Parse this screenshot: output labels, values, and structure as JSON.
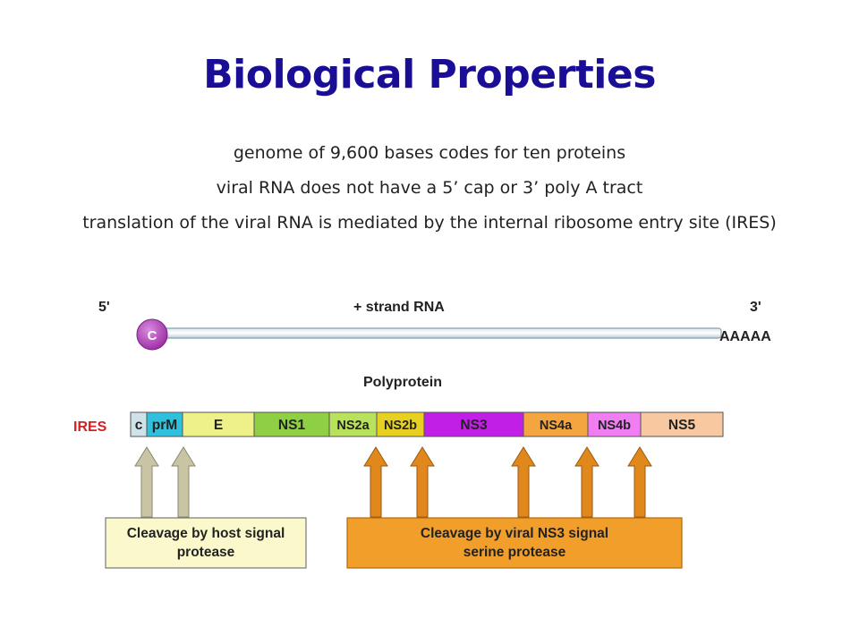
{
  "slide": {
    "title": "Biological Properties",
    "bullets": [
      "genome of 9,600 bases codes for ten proteins",
      "viral RNA does not have a 5’ cap or 3’ poly A tract",
      "translation of the viral RNA is mediated by the internal ribosome entry site (IRES)"
    ]
  },
  "diagram": {
    "rna": {
      "five_prime": "5'",
      "three_prime": "3'",
      "strand_label": "+ strand RNA",
      "cap_label": "C",
      "poly_a": "AAAAA"
    },
    "polyprotein_label": "Polyprotein",
    "ires_label": "IRES",
    "segments": [
      {
        "label": "c",
        "color": "#cfe2ea"
      },
      {
        "label": "prM",
        "color": "#2ec0dc"
      },
      {
        "label": "E",
        "color": "#eef08a"
      },
      {
        "label": "NS1",
        "color": "#8fcf44"
      },
      {
        "label": "NS2a",
        "color": "#b8e15c"
      },
      {
        "label": "NS2b",
        "color": "#e8d020"
      },
      {
        "label": "NS3",
        "color": "#c21fe6"
      },
      {
        "label": "NS4a",
        "color": "#f5a540"
      },
      {
        "label": "NS4b",
        "color": "#f07ef2"
      },
      {
        "label": "NS5",
        "color": "#f8c9a0"
      }
    ],
    "host_box": {
      "line1": "Cleavage by host signal",
      "line2": "protease",
      "color": "#fbf9cc"
    },
    "viral_box": {
      "line1": "Cleavage by viral NS3 signal",
      "line2": "serine protease",
      "color": "#f29e2a"
    },
    "colors": {
      "title": "#1a0e96",
      "ires": "#d42020",
      "cap": "#b43bb8",
      "host_arrow": "#c8c4a4",
      "viral_arrow": "#e0881c"
    }
  }
}
